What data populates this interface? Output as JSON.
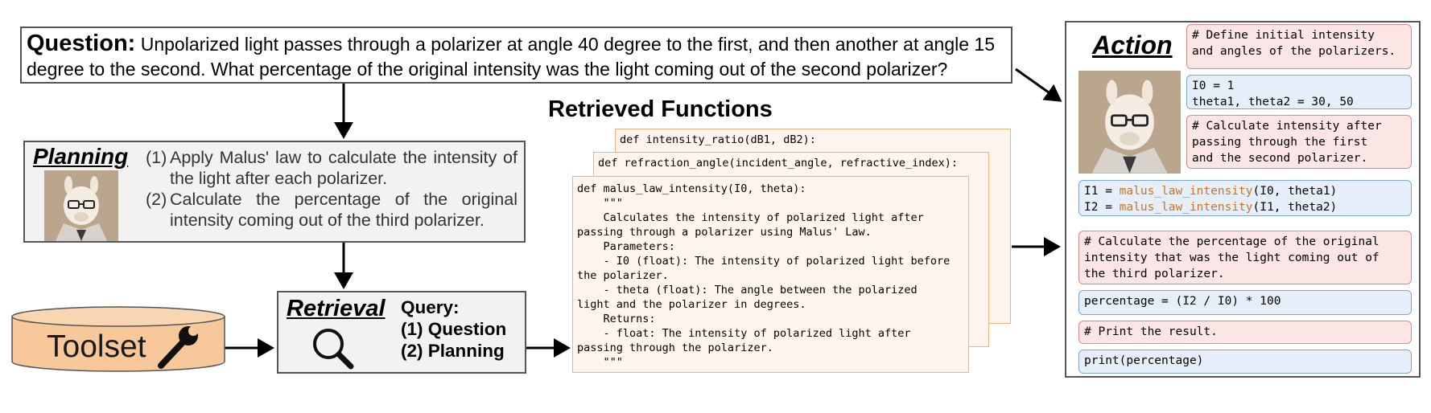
{
  "question": {
    "label": "Question:",
    "text": " Unpolarized light passes through a polarizer at angle 40 degree to the first, and then another at angle 15 degree to the second. What percentage of the original intensity was the light coming out of the second polarizer?"
  },
  "planning": {
    "title": "Planning",
    "steps": [
      {
        "num": "(1)",
        "text": "Apply Malus' law to calculate the intensity of the light after each polarizer."
      },
      {
        "num": "(2)",
        "text": "Calculate the percentage of the original intensity coming out of the third polarizer."
      }
    ]
  },
  "toolset": {
    "label": "Toolset"
  },
  "retrieval": {
    "title": "Retrieval",
    "query_label": "Query:",
    "query_items": [
      "(1) Question",
      "(2) Planning"
    ]
  },
  "retrieved_functions": {
    "title": "Retrieved Functions",
    "back_signature": "def intensity_ratio(dB1, dB2):",
    "middle_signature": "def refraction_angle(incident_angle, refractive_index):",
    "main_code": "def malus_law_intensity(I0, theta):\n    \"\"\"\n    Calculates the intensity of polarized light after\npassing through a polarizer using Malus' Law.\n    Parameters:\n    - I0 (float): The intensity of polarized light before\nthe polarizer.\n    - theta (float): The angle between the polarized\nlight and the polarizer in degrees.\n    Returns:\n    - float: The intensity of polarized light after\npassing through the polarizer.\n    \"\"\""
  },
  "action": {
    "title": "Action",
    "comment_1": "# Define initial intensity\nand angles of the polarizers.",
    "code_1": "I0 = 1\ntheta1, theta2 = 30, 50",
    "comment_2": "# Calculate intensity after\npassing through the first\nand the second polarizer.",
    "code_2_lines": [
      {
        "prefix": "I1 = ",
        "fn": "malus_law_intensity",
        "args": "(I0, theta1)"
      },
      {
        "prefix": "I2 = ",
        "fn": "malus_law_intensity",
        "args": "(I1, theta2)"
      }
    ],
    "comment_3": "# Calculate the percentage of the original\nintensity that was the light coming out of\nthe third polarizer.",
    "code_3": "percentage = (I2 / I0) * 100",
    "comment_4": "# Print the result.",
    "code_4": "print(percentage)"
  },
  "colors": {
    "comment_bg": "#fbe5e5",
    "code_bg": "#e6eff9",
    "function_card_bg": "#fff5ec",
    "toolset_fill": "#f7c99a",
    "function_name": "#c9741f"
  },
  "icons": [
    "llama-icon",
    "search-icon",
    "wrench-icon"
  ]
}
